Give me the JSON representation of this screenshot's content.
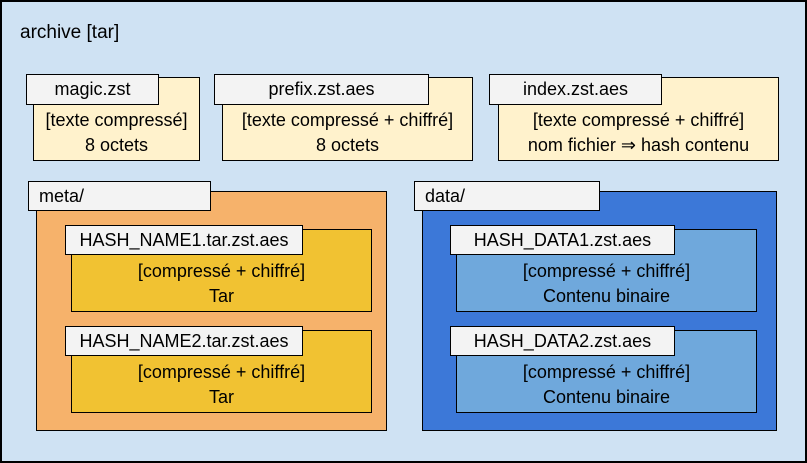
{
  "title": "archive [tar]",
  "colors": {
    "canvas_background": "#cfe2f3",
    "top_file_body": "#fff2cc",
    "meta_folder": "#f6b26b",
    "meta_file_body": "#f1c232",
    "data_folder": "#3c78d8",
    "data_file_body": "#6fa8dc",
    "label_tab": "#f3f3f3",
    "border": "#000000"
  },
  "top_files": [
    {
      "name": "magic.zst",
      "line1": "[texte compressé]",
      "line2": "8 octets"
    },
    {
      "name": "prefix.zst.aes",
      "line1": "[texte compressé + chiffré]",
      "line2": "8 octets"
    },
    {
      "name": "index.zst.aes",
      "line1": "[texte compressé + chiffré]",
      "line2": "nom fichier ⇒ hash contenu"
    }
  ],
  "folders": [
    {
      "name": "meta/",
      "files": [
        {
          "name": "HASH_NAME1.tar.zst.aes",
          "line1": "[compressé + chiffré]",
          "line2": "Tar"
        },
        {
          "name": "HASH_NAME2.tar.zst.aes",
          "line1": "[compressé + chiffré]",
          "line2": "Tar"
        }
      ]
    },
    {
      "name": "data/",
      "files": [
        {
          "name": "HASH_DATA1.zst.aes",
          "line1": "[compressé + chiffré]",
          "line2": "Contenu binaire"
        },
        {
          "name": "HASH_DATA2.zst.aes",
          "line1": "[compressé + chiffré]",
          "line2": "Contenu binaire"
        }
      ]
    }
  ]
}
